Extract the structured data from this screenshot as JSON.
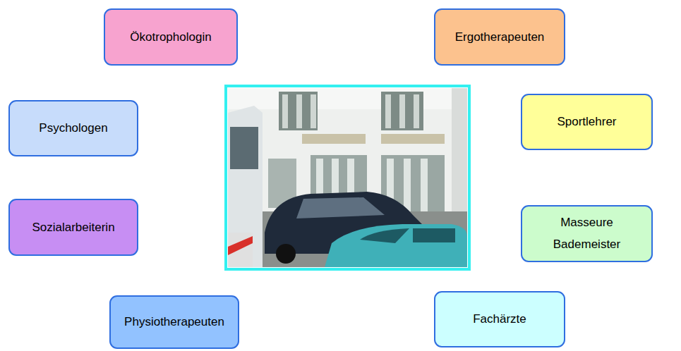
{
  "diagram": {
    "nodes": [
      {
        "text": [
          "Ökotrophologin"
        ]
      },
      {
        "text": [
          "Ergotherapeuten"
        ]
      },
      {
        "text": [
          "Psychologen"
        ]
      },
      {
        "text": [
          "Sportlehrer"
        ]
      },
      {
        "text": [
          "Sozialarbeiterin"
        ]
      },
      {
        "text": [
          "Masseure Bademeister"
        ]
      },
      {
        "text": [
          "Physiotherapeuten"
        ]
      },
      {
        "text": [
          "Fachärzte"
        ]
      }
    ]
  }
}
